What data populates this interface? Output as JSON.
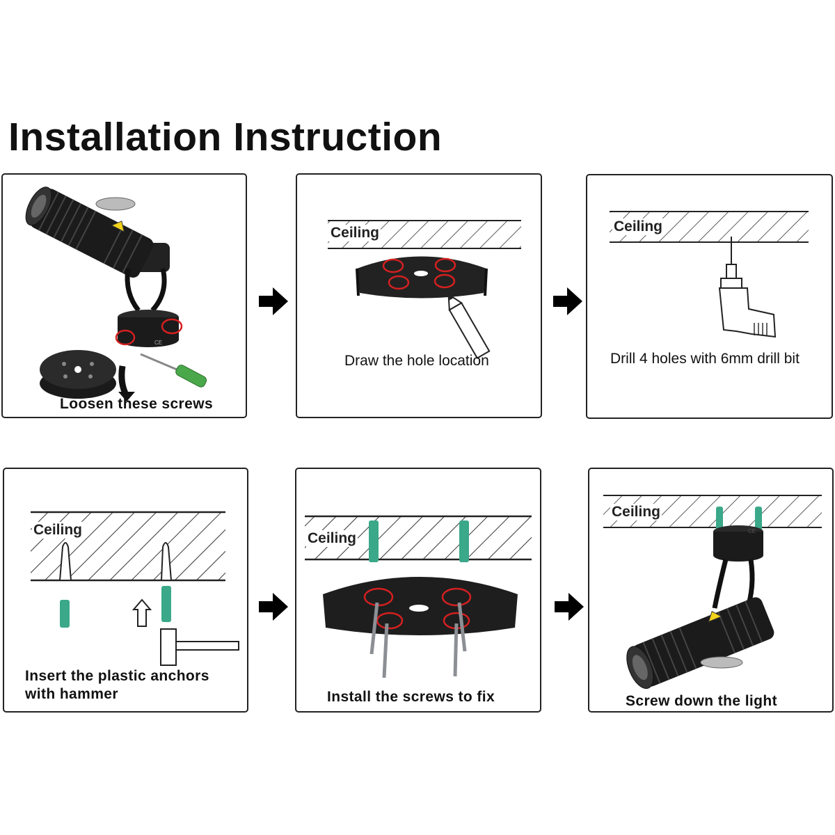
{
  "title": "Installation Instruction",
  "steps": [
    {
      "caption": "Loosen these screws"
    },
    {
      "caption": "Draw the hole location",
      "ceiling": "Ceiling"
    },
    {
      "caption": "Drill 4 holes with 6mm drill bit",
      "ceiling": "Ceiling"
    },
    {
      "caption_line1": "Insert the plastic anchors",
      "caption_line2": "with hammer",
      "ceiling": "Ceiling"
    },
    {
      "caption": "Install the screws to fix",
      "ceiling": "Ceiling"
    },
    {
      "caption": "Screw down the light",
      "ceiling": "Ceiling"
    }
  ],
  "colors": {
    "anchor": "#3aa889",
    "highlight": "#d42020",
    "fixture": "#1a1a1a",
    "screwdriver_handle": "#4aa84a"
  },
  "icons": [
    "arrow-right-icon",
    "spotlight-icon",
    "mounting-plate-icon",
    "screwdriver-icon",
    "pencil-icon",
    "drill-icon",
    "hammer-icon",
    "screw-icon",
    "plastic-anchor-icon",
    "arrow-up-icon"
  ]
}
